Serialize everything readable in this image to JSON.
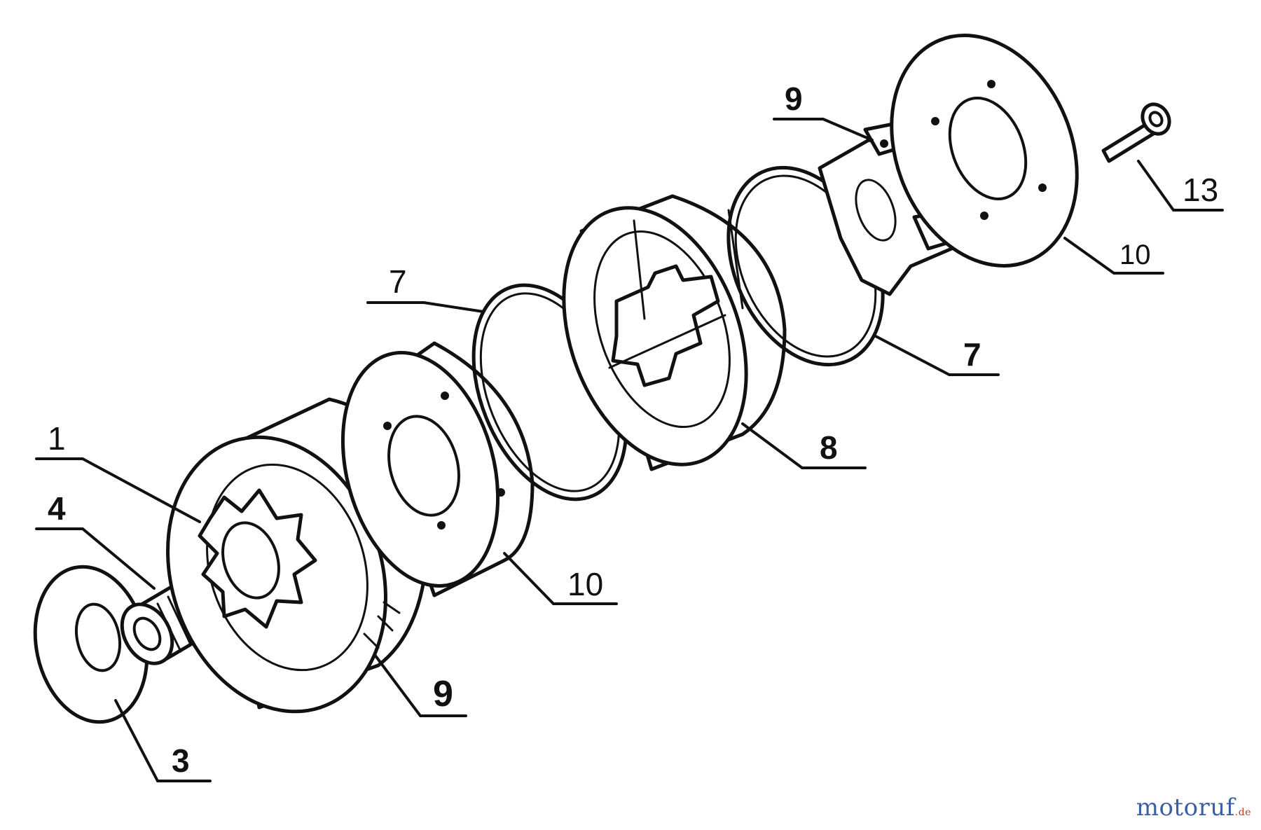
{
  "diagram": {
    "callouts": [
      {
        "id": "callout-1",
        "label": "1"
      },
      {
        "id": "callout-4",
        "label": "4"
      },
      {
        "id": "callout-3",
        "label": "3"
      },
      {
        "id": "callout-9-low",
        "label": "9"
      },
      {
        "id": "callout-10-low",
        "label": "10"
      },
      {
        "id": "callout-7-top",
        "label": "7"
      },
      {
        "id": "callout-8",
        "label": "8"
      },
      {
        "id": "callout-7-right",
        "label": "7"
      },
      {
        "id": "callout-9-top",
        "label": "9"
      },
      {
        "id": "callout-10-top",
        "label": "10"
      },
      {
        "id": "callout-13",
        "label": "13"
      }
    ]
  },
  "watermark": {
    "brand": "motoruf",
    "tld": ".de"
  }
}
